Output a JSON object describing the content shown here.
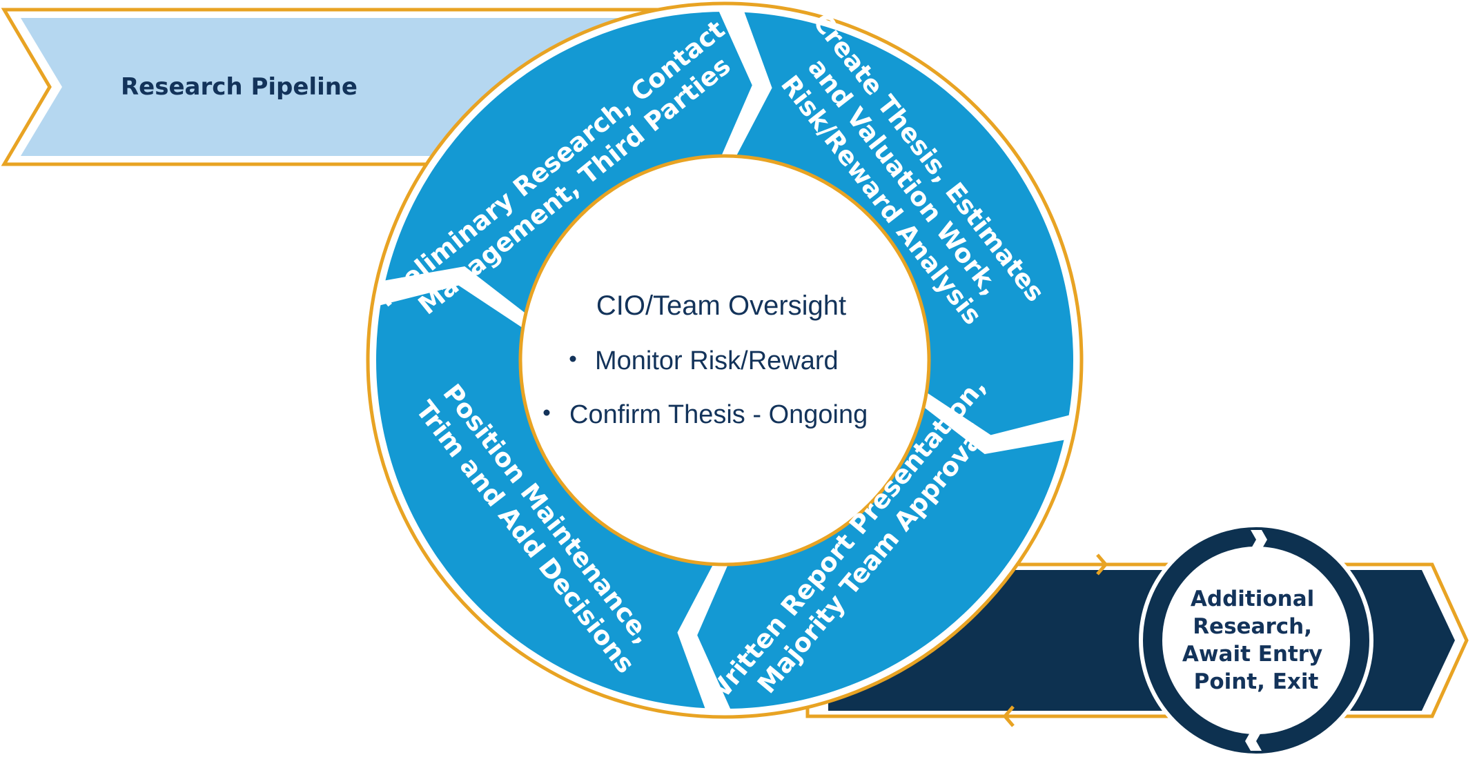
{
  "pipeline": {
    "label": "Research Pipeline"
  },
  "cycle": {
    "segments": [
      {
        "lines": [
          "Preliminary Research, Contact",
          "Management, Third Parties"
        ]
      },
      {
        "lines": [
          "Create Thesis, Estimates",
          "and Valuation Work,",
          "Risk/Reward Analysis"
        ]
      },
      {
        "lines": [
          "Written Report Presentation,",
          "Majority Team Approval"
        ]
      },
      {
        "lines": [
          "Position Maintenance,",
          "Trim and Add Decisions"
        ]
      }
    ]
  },
  "center": {
    "title": "CIO/Team Oversight",
    "bullets": [
      "Monitor Risk/Reward",
      "Confirm Thesis - Ongoing"
    ]
  },
  "exit": {
    "lines": [
      "Additional",
      "Research,",
      "Await Entry",
      "Point, Exit"
    ]
  },
  "colors": {
    "segment_blue": "#1499d3",
    "pipeline_light": "#b5d7f0",
    "navy": "#0d3150",
    "orange": "#e8a323",
    "text_navy": "#13335a"
  }
}
